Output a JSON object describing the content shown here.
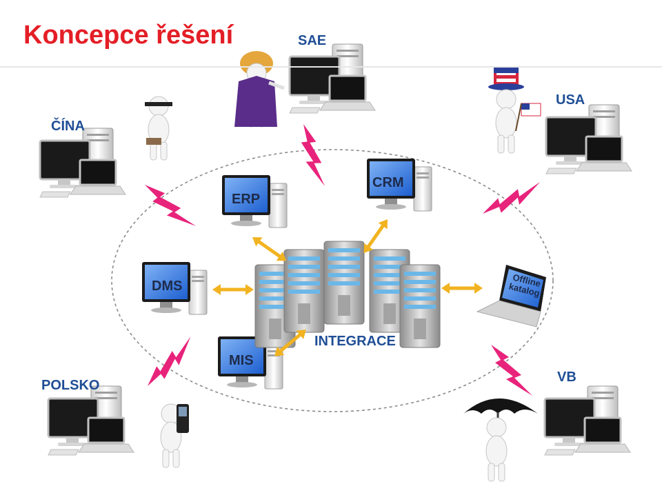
{
  "title": "Koncepce řešení",
  "locations": {
    "sae": "SAE",
    "usa": "USA",
    "cina": "ČÍNA",
    "polsko": "POLSKO",
    "vb": "VB"
  },
  "systems": {
    "erp": "ERP",
    "crm": "CRM",
    "dms": "DMS",
    "mis": "MIS",
    "offline_line1": "Offline",
    "offline_line2": "katalog"
  },
  "hub": "INTEGRACE",
  "colors": {
    "title": "#e41e26",
    "labels": "#1f4e96",
    "lightning": "#e8237b",
    "arrows": "#f2b320",
    "screen": "#2f6fd8"
  }
}
